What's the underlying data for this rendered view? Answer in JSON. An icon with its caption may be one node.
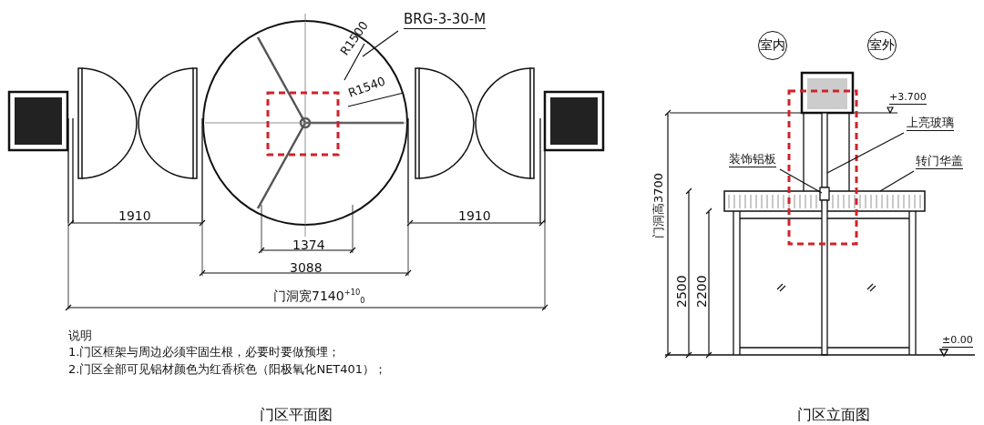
{
  "diagram": {
    "nodes": [
      {
        "text": [
          "BRG-3-30-M"
        ]
      },
      {
        "text": [],
        "shape": "circle"
      },
      {
        "text": [
          "室内"
        ]
      },
      {
        "text": [
          "室外"
        ]
      },
      {
        "text": [
          "上亮玻璃"
        ]
      },
      {
        "text": [],
        "shape": "bar"
      },
      {
        "text": [
          "装饰铝板"
        ]
      },
      {
        "text": [],
        "shape": "bar"
      },
      {
        "text": [
          "转门华盖"
        ]
      },
      {
        "text": [],
        "shape": "box"
      }
    ],
    "edges": [
      {
        "from": 0,
        "to": 1,
        "arrow": "none"
      },
      {
        "from": 4,
        "to": 5,
        "arrow": "none"
      },
      {
        "from": 6,
        "to": 7,
        "arrow": "none"
      },
      {
        "from": 8,
        "to": 9,
        "arrow": "none"
      }
    ],
    "labels": [
      "R1500",
      "R1540",
      "1910",
      "1910",
      "1374",
      "3088",
      "门洞宽7140$^{+10}$$_{0}$",
      "+3.700",
      "门洞高3700",
      "2500",
      "2200",
      "±0.00",
      "说明",
      "1.门区框架与周边必须牢固生根，必要时要做预埋；",
      "2.门区全部可见铝材颜色为红香槟色（阳极氧化NET401）；",
      "门区平面图",
      "门区立面图"
    ]
  }
}
